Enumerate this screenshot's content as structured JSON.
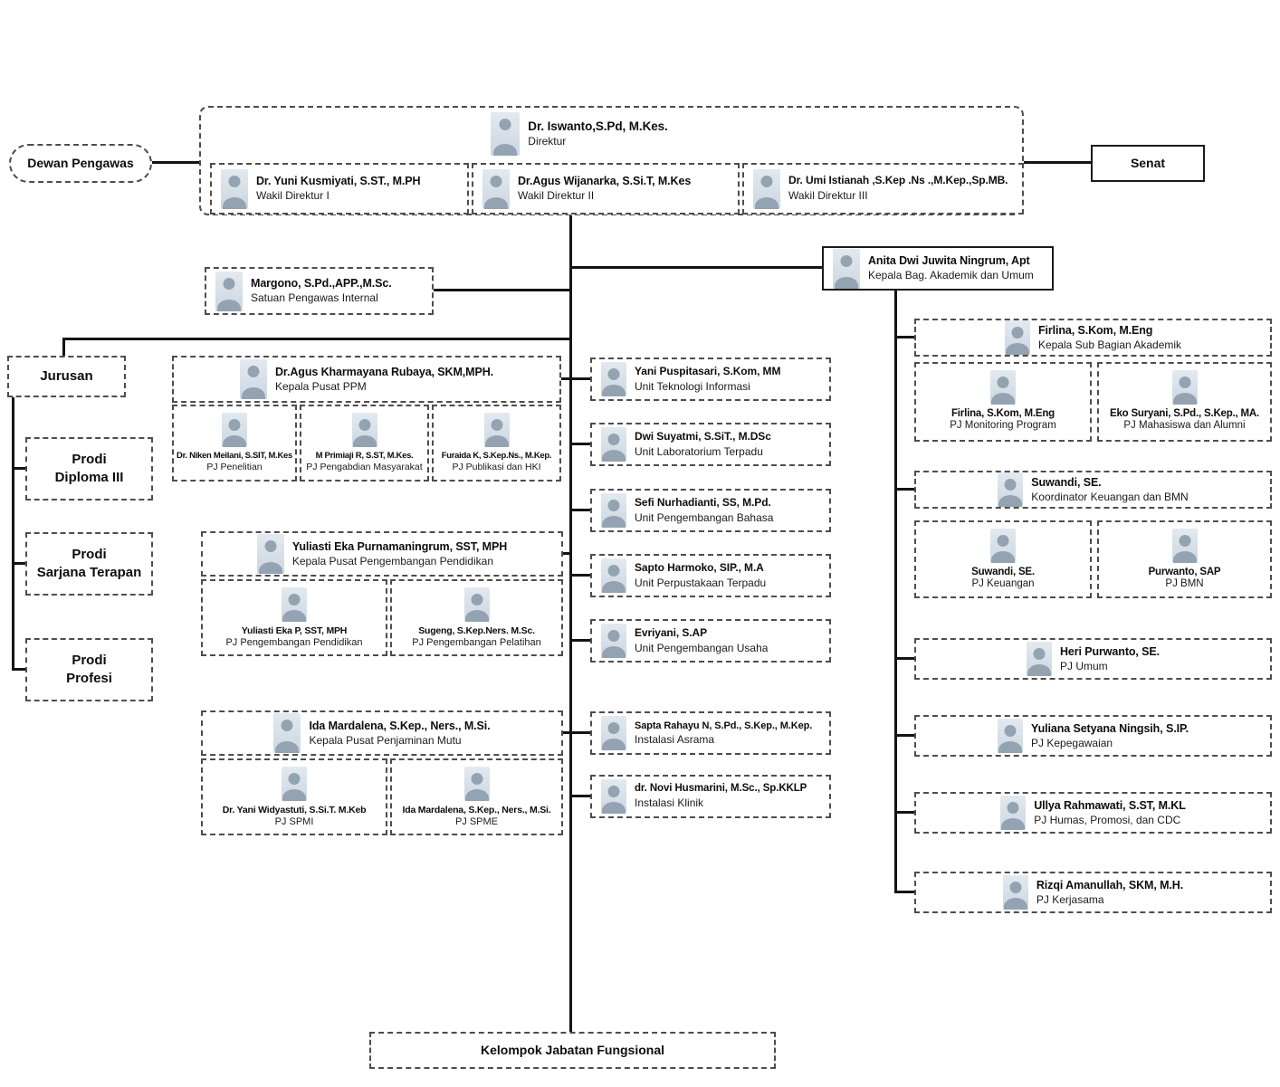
{
  "org": {
    "dewan_pengawas": "Dewan Pengawas",
    "senat": "Senat",
    "direktur": {
      "name": "Dr. Iswanto,S.Pd, M.Kes.",
      "role": "Direktur"
    },
    "wakil": [
      {
        "name": "Dr. Yuni Kusmiyati, S.ST., M.PH",
        "role": "Wakil Direktur I"
      },
      {
        "name": "Dr.Agus Wijanarka, S.Si.T, M.Kes",
        "role": "Wakil Direktur II"
      },
      {
        "name": "Dr. Umi Istianah ,S.Kep .Ns .,M.Kep.,Sp.MB.",
        "role": "Wakil Direktur III"
      }
    ],
    "spi": {
      "name": "Margono, S.Pd.,APP.,M.Sc.",
      "role": "Satuan Pengawas Internal"
    },
    "kabag": {
      "name": "Anita Dwi Juwita Ningrum, Apt",
      "role": "Kepala Bag. Akademik dan Umum"
    },
    "jurusan": "Jurusan",
    "prodi": [
      "Prodi\nDiploma III",
      "Prodi\nSarjana Terapan",
      "Prodi\nProfesi"
    ],
    "pusat": [
      {
        "head": {
          "name": "Dr.Agus Kharmayana Rubaya, SKM,MPH.",
          "role": "Kepala Pusat PPM"
        },
        "members": [
          {
            "name": "Dr. Niken Meilani, S.SIT, M.Kes",
            "role": "PJ Penelitian"
          },
          {
            "name": "M Primiaji R, S.ST, M.Kes.",
            "role": "PJ Pengabdian Masyarakat"
          },
          {
            "name": "Furaida K, S.Kep.Ns., M.Kep.",
            "role": "PJ Publikasi dan HKI"
          }
        ]
      },
      {
        "head": {
          "name": "Yuliasti Eka Purnamaningrum, SST, MPH",
          "role": "Kepala Pusat Pengembangan Pendidikan"
        },
        "members": [
          {
            "name": "Yuliasti Eka P, SST, MPH",
            "role": "PJ Pengembangan Pendidikan"
          },
          {
            "name": "Sugeng, S.Kep.Ners. M.Sc.",
            "role": "PJ Pengembangan Pelatihan"
          }
        ]
      },
      {
        "head": {
          "name": "Ida Mardalena, S.Kep., Ners., M.Si.",
          "role": "Kepala Pusat Penjaminan Mutu"
        },
        "members": [
          {
            "name": "Dr. Yani Widyastuti, S.Si.T. M.Keb",
            "role": "PJ SPMI"
          },
          {
            "name": "Ida Mardalena, S.Kep., Ners., M.Si.",
            "role": "PJ SPME"
          }
        ]
      }
    ],
    "units": [
      {
        "name": "Yani Puspitasari, S.Kom, MM",
        "role": "Unit Teknologi Informasi"
      },
      {
        "name": "Dwi Suyatmi, S.SiT., M.DSc",
        "role": "Unit Laboratorium Terpadu"
      },
      {
        "name": "Sefi Nurhadianti, SS, M.Pd.",
        "role": "Unit Pengembangan Bahasa"
      },
      {
        "name": "Sapto Harmoko, SIP., M.A",
        "role": "Unit Perpustakaan Terpadu"
      },
      {
        "name": "Evriyani, S.AP",
        "role": "Unit Pengembangan Usaha"
      },
      {
        "name": "Sapta Rahayu N, S.Pd., S.Kep., M.Kep.",
        "role": "Instalasi Asrama"
      },
      {
        "name": "dr. Novi Husmarini, M.Sc., Sp.KKLP",
        "role": "Instalasi Klinik"
      }
    ],
    "subbag": [
      {
        "head": {
          "name": "Firlina, S.Kom, M.Eng",
          "role": "Kepala Sub Bagian Akademik"
        },
        "members": [
          {
            "name": "Firlina, S.Kom, M.Eng",
            "role": "PJ Monitoring Program"
          },
          {
            "name": "Eko Suryani, S.Pd., S.Kep., MA.",
            "role": "PJ Mahasiswa dan Alumni"
          }
        ]
      },
      {
        "head": {
          "name": "Suwandi, SE.",
          "role": "Koordinator Keuangan dan BMN"
        },
        "members": [
          {
            "name": "Suwandi, SE.",
            "role": "PJ Keuangan"
          },
          {
            "name": "Purwanto, SAP",
            "role": "PJ BMN"
          }
        ]
      }
    ],
    "pj_list": [
      {
        "name": "Heri Purwanto, SE.",
        "role": "PJ Umum"
      },
      {
        "name": "Yuliana Setyana Ningsih, S.IP.",
        "role": "PJ Kepegawaian"
      },
      {
        "name": "Ullya Rahmawati, S.ST, M.KL",
        "role": "PJ Humas, Promosi, dan CDC"
      },
      {
        "name": "Rizqi Amanullah, SKM, M.H.",
        "role": "PJ Kerjasama"
      }
    ],
    "kelompok": "Kelompok Jabatan Fungsional"
  }
}
